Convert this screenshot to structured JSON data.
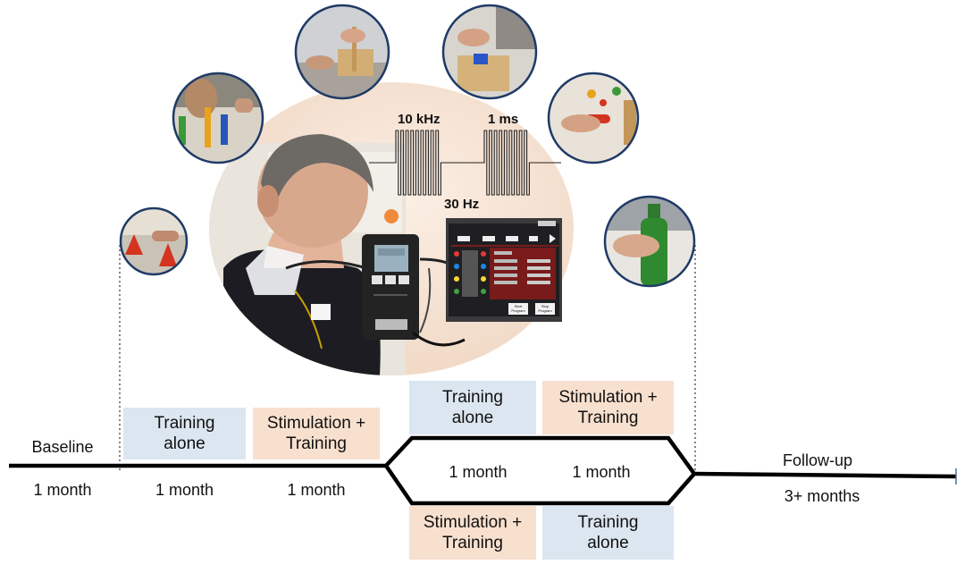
{
  "waveform": {
    "carrier_label": "10 kHz",
    "burst_label": "1 ms",
    "rate_label": "30 Hz"
  },
  "photos": [
    {
      "name": "photo-cups",
      "icon": "cups-task-photo"
    },
    {
      "name": "photo-pegs",
      "icon": "colored-pegs-photo"
    },
    {
      "name": "photo-peg-board",
      "icon": "peg-board-photo"
    },
    {
      "name": "photo-block-box",
      "icon": "block-box-photo"
    },
    {
      "name": "photo-small-objects",
      "icon": "small-objects-photo"
    },
    {
      "name": "photo-bottle",
      "icon": "bottle-grasp-photo"
    }
  ],
  "device": {
    "stimulator_icon": "stimulator-device-icon",
    "tablet_icon": "control-tablet-icon",
    "tablet_buttons": [
      "Start\nProgram",
      "Stop\nProgram"
    ]
  },
  "timeline": {
    "baseline": {
      "label": "Baseline",
      "duration": "1 month"
    },
    "phase1": {
      "label": "Training\nalone",
      "duration": "1 month"
    },
    "phase2": {
      "label": "Stimulation +\nTraining",
      "duration": "1 month"
    },
    "crossover": {
      "upper_left": "Training\nalone",
      "upper_right": "Stimulation +\nTraining",
      "lower_left": "Stimulation +\nTraining",
      "lower_right": "Training\nalone",
      "duration_left": "1 month",
      "duration_right": "1 month"
    },
    "followup": {
      "label": "Follow-up",
      "duration": "3+ months"
    }
  },
  "colors": {
    "training_alone": "#dce6f0",
    "stimulation_training": "#f8e0cf",
    "timeline": "#000000",
    "ellipse": "#f1dccb"
  }
}
